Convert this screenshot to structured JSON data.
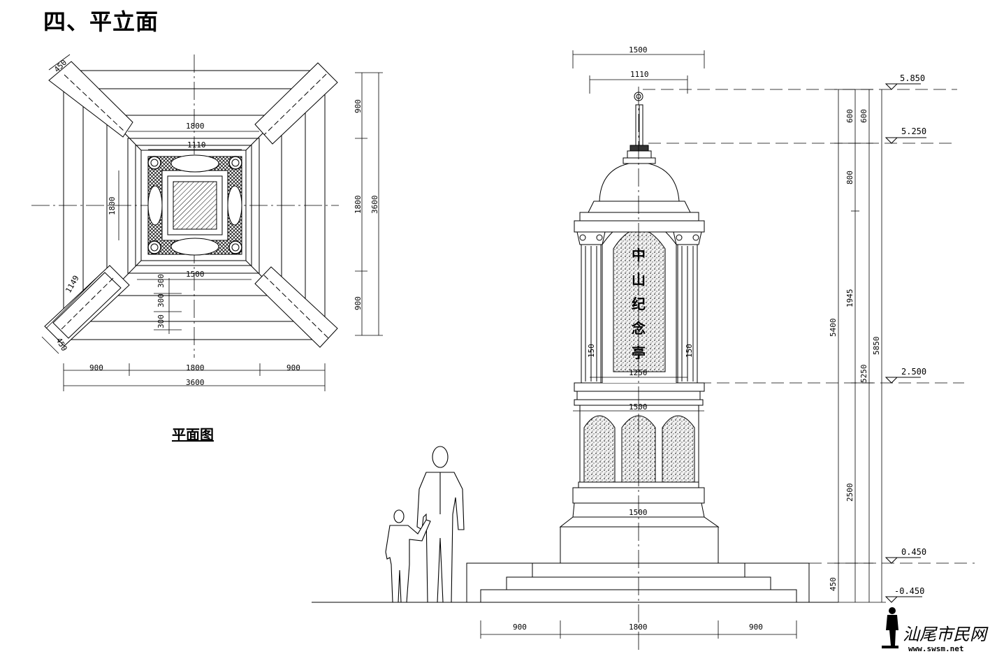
{
  "heading": "四、平立面",
  "plan": {
    "caption": "平面图",
    "dims": {
      "d450_top": "450",
      "d1800_inner": "1800",
      "d1110": "1110",
      "d1800_left": "1800",
      "d1500": "1500",
      "d300_a": "300",
      "d300_b": "300",
      "d300_c": "300",
      "d1149": "1149",
      "d450_bottom": "450",
      "bottom_900_left": "900",
      "bottom_1800": "1800",
      "bottom_900_right": "900",
      "bottom_3600": "3600",
      "right_900_top": "900",
      "right_1800": "1800",
      "right_900_bottom": "900",
      "right_3600": "3600"
    }
  },
  "elevation": {
    "inscription": [
      "中",
      "山",
      "纪",
      "念",
      "亭"
    ],
    "dims": {
      "top_1500": "1500",
      "top_1110": "1110",
      "mid_1250": "1250",
      "mid_1500": "1500",
      "base_1500": "1500",
      "col_150_left": "150",
      "col_150_right": "150",
      "bottom_900_left": "900",
      "bottom_1800": "1800",
      "bottom_900_right": "900",
      "v_600_a": "600",
      "v_600_b": "600",
      "v_800": "800",
      "v_1945": "1945",
      "v_5400": "5400",
      "v_5250": "5250",
      "v_5850": "5850",
      "v_2500": "2500",
      "v_450": "450"
    },
    "levels": [
      "5.850",
      "5.250",
      "2.500",
      "0.450",
      "-0.450"
    ]
  },
  "watermark": {
    "name": "汕尾市民网",
    "url": "www.swsm.net"
  }
}
